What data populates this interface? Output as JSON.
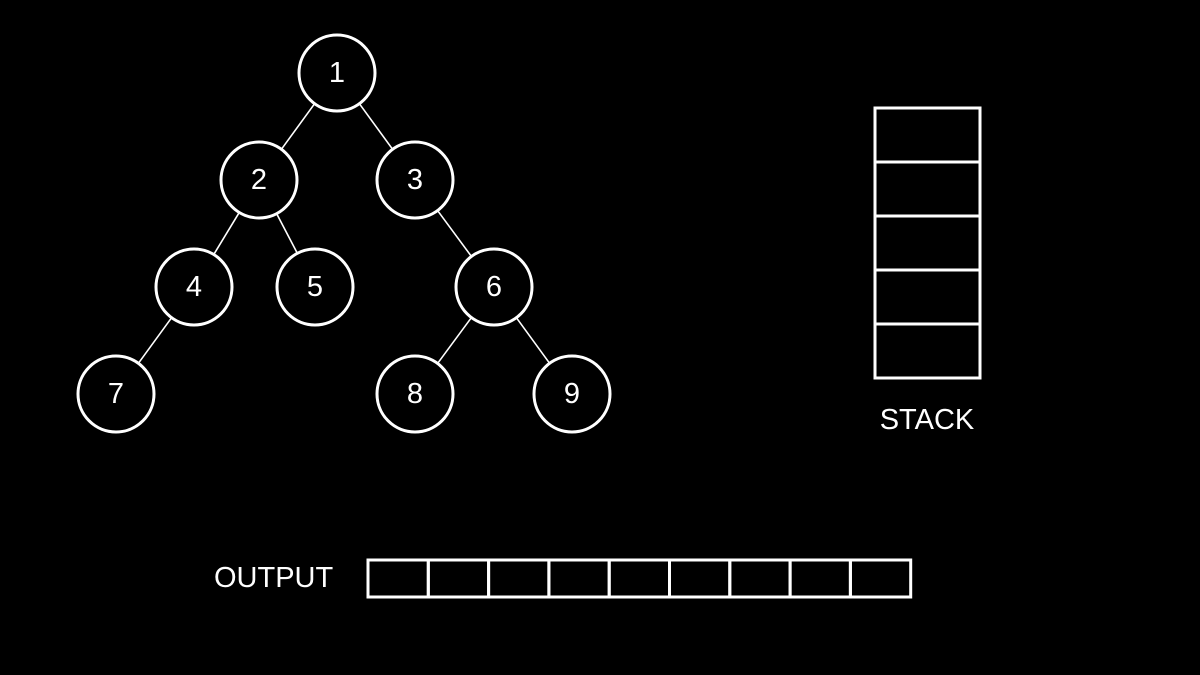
{
  "tree": {
    "nodes": [
      {
        "id": "1",
        "label": "1"
      },
      {
        "id": "2",
        "label": "2"
      },
      {
        "id": "3",
        "label": "3"
      },
      {
        "id": "4",
        "label": "4"
      },
      {
        "id": "5",
        "label": "5"
      },
      {
        "id": "6",
        "label": "6"
      },
      {
        "id": "7",
        "label": "7"
      },
      {
        "id": "8",
        "label": "8"
      },
      {
        "id": "9",
        "label": "9"
      }
    ],
    "edges": [
      {
        "from": "1",
        "to": "2"
      },
      {
        "from": "1",
        "to": "3"
      },
      {
        "from": "2",
        "to": "4"
      },
      {
        "from": "2",
        "to": "5"
      },
      {
        "from": "3",
        "to": "6"
      },
      {
        "from": "4",
        "to": "7"
      },
      {
        "from": "6",
        "to": "8"
      },
      {
        "from": "6",
        "to": "9"
      }
    ]
  },
  "stack": {
    "label": "STACK",
    "slots": [
      "",
      "",
      "",
      "",
      ""
    ]
  },
  "output": {
    "label": "OUTPUT",
    "cells": [
      "",
      "",
      "",
      "",
      "",
      "",
      "",
      "",
      ""
    ]
  },
  "colors": {
    "background": "#000000",
    "foreground": "#ffffff"
  }
}
